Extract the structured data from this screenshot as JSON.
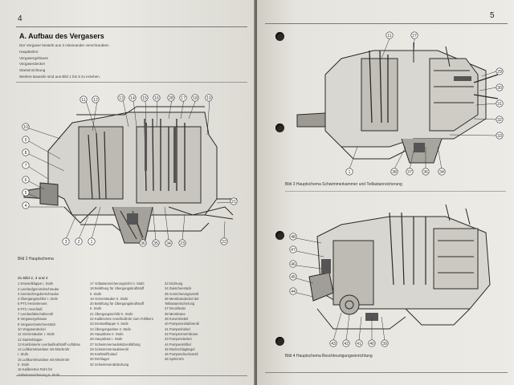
{
  "left_page": {
    "page_number": "4",
    "title": "A. Aufbau des Vergasers",
    "intro_lines": [
      "Der Vergaser besteht aus 3 miteinander verschraubten",
      "Hauptteilen:",
      "Vergasergehäuse",
      "Vergaserdeckel",
      "Starteinrichtung",
      "Weitere Bauteile sind aus Bild 1 bis 9 zu ersehen."
    ],
    "figure_caption": "Bild 2 Hauptschema",
    "figure_labels": {
      "top": [
        "11",
        "12",
        "13",
        "14",
        "15",
        "16",
        "28",
        "17",
        "18",
        "19"
      ],
      "left": [
        "10",
        "9",
        "8",
        "7",
        "6",
        "5",
        "4"
      ],
      "bottom": [
        "3",
        "2",
        "1",
        "36",
        "35",
        "34",
        "23",
        "22"
      ],
      "right": [
        "21"
      ]
    },
    "legend_heading": "Zu Bild 2, 3 und 4",
    "legend_col1": [
      "1 Drosselklappe I. Stufe",
      "2 Leerlaufgemischschraube",
      "3 Gemischregulierschraube",
      "4 Übergangsschlitz I. Stufe",
      "5 PTC-Heizelement",
      "6 PTC-Anschluß",
      "7 Leerlaufabschaltventil",
      "8 Vergasergehäuse",
      "9 Vergaserzwischenstück",
      "10 Vergaserdeckel",
      "11 Vorzerstäuber I. Stufe",
      "12 Starterklappe",
      "13 Kombinierte Leerlaufkraftstoff-Luftdüse",
      "14 Luftkorrekturdüse mit Mischrohr",
      "   I. Stufe",
      "15 Luftkorrekturdüse mit Mischrohr",
      "   II. Stufe",
      "16 Kalibriertes Rohr für",
      "   Vollastanreicherung II. Stufe"
    ],
    "legend_col2": [
      "17 Vollastanreicherungsrohr II. Stufe",
      "18 Belüftung für Übergangskraftstoff",
      "   II. Stufe",
      "19 Vorzerstäuber II. Stufe",
      "20 Belüftung für Übergangskraftstoff",
      "   II. Stufe",
      "21 Übergangsschlitz II. Stufe",
      "22 Kalibriertes Anschlußrohr zum Fühlkern",
      "23 Drosselklappe II. Stufe",
      "24 Übergangsdüse II. Stufe",
      "25 Hauptdüse II. Stufe",
      "26 Hauptdüse I. Stufe",
      "27 Schwimmernadelsitzentlüftung",
      "28 Schwimmernadelventil",
      "29 Kraftstoffzulauf",
      "30 Drehlager",
      "32 Schwimmerabdeckung"
    ],
    "legend_col3": [
      "33 Dichtung",
      "34 Zwischenstück",
      "35 Anreicherungsventil",
      "36 Membrandeckel der",
      "   Teillastanreicherung",
      "37 Druckfeder",
      "38 Membrane",
      "39 Kurvenhebel",
      "40 Pumpeneinlaßventil",
      "41 Pumpenhebel",
      "42 Pumpenmembrane",
      "43 Pumpendeckel",
      "44 Pumpenstößel",
      "45 Rückschlagkegel",
      "46 Pumpendruckventil",
      "48 Spritzrohr"
    ]
  },
  "right_page": {
    "page_number": "5",
    "figure3_caption": "Bild 3 Hauptschema Schwimmerkammer und Teillastanreicherung",
    "figure3_labels": {
      "top": [
        "11",
        "27"
      ],
      "right": [
        "29",
        "30",
        "31",
        "32",
        "33"
      ],
      "bottom": [
        "1",
        "38",
        "37",
        "36",
        "34"
      ]
    },
    "figure4_caption": "Bild 4 Hauptschema Beschleunigungseinrichtung",
    "figure4_labels": {
      "left": [
        "48",
        "47",
        "46",
        "45",
        "44"
      ],
      "bottom": [
        "43",
        "42",
        "41",
        "40",
        "39"
      ]
    }
  }
}
